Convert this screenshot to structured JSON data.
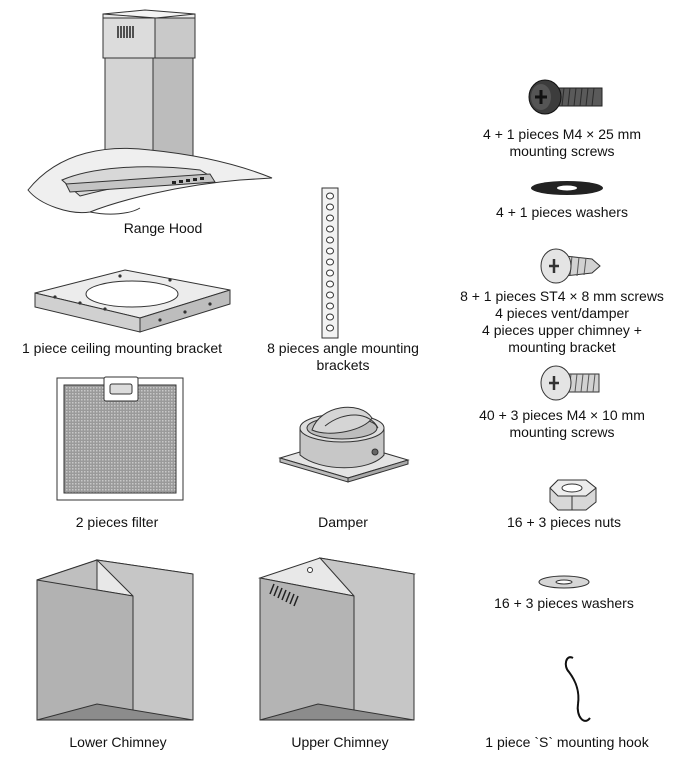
{
  "parts": {
    "range_hood": "Range Hood",
    "ceiling_bracket": "1 piece ceiling mounting bracket",
    "angle_brackets_line1": "8 pieces angle mounting",
    "angle_brackets_line2": "brackets",
    "filter": "2 pieces filter",
    "damper": "Damper",
    "lower_chimney": "Lower Chimney",
    "upper_chimney": "Upper Chimney"
  },
  "hardware": {
    "m4_25_line1": "4 + 1 pieces M4 × 25 mm",
    "m4_25_line2": "mounting screws",
    "washers_small": "4 + 1 pieces washers",
    "st4_line1": "8 + 1 pieces ST4 × 8 mm screws",
    "st4_line2": "4 pieces vent/damper",
    "st4_line3": "4 pieces upper chimney +",
    "st4_line4": "mounting bracket",
    "m4_10_line1": "40 + 3 pieces M4 × 10 mm",
    "m4_10_line2": "mounting screws",
    "nuts": "16 + 3 pieces nuts",
    "washers_large": "16 + 3 pieces washers",
    "s_hook": "1 piece `S` mounting hook"
  }
}
